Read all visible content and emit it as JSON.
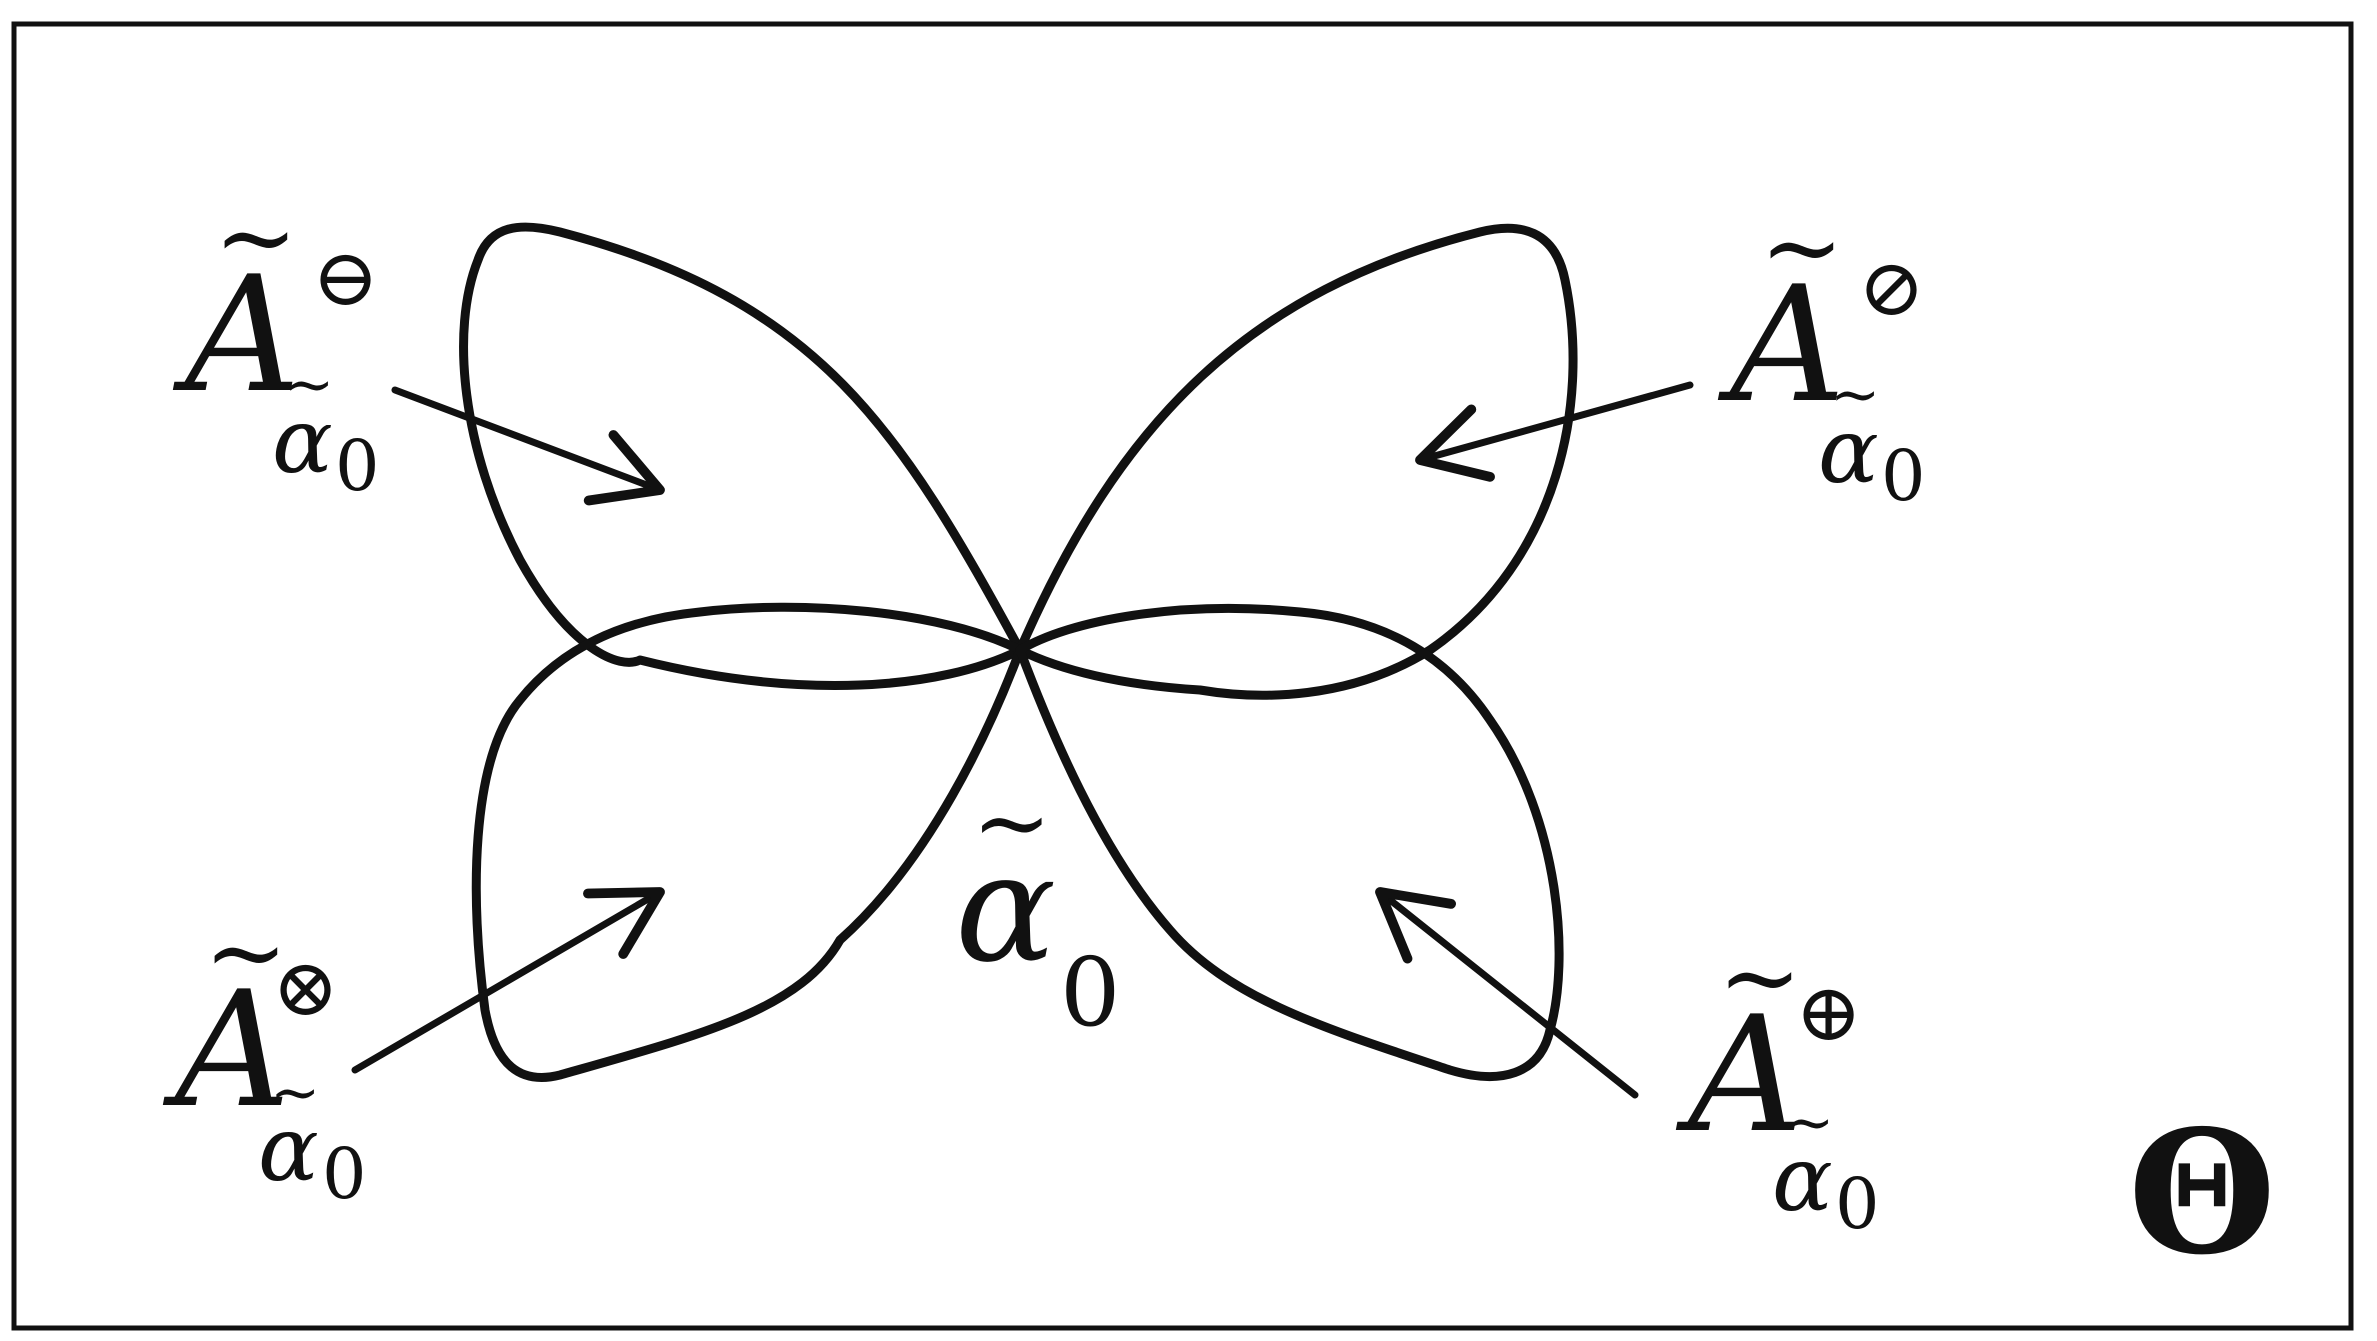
{
  "diagram": {
    "frame_label": "Θ",
    "center_label": {
      "base": "α",
      "tilde": "~",
      "subscript": "0"
    },
    "regions": [
      {
        "id": "top-left",
        "base": "A",
        "tilde": "~",
        "superscript": "⊖",
        "sub_base": "α",
        "sub_tilde": "~",
        "sub_index": "0"
      },
      {
        "id": "top-right",
        "base": "A",
        "tilde": "~",
        "superscript": "⊘",
        "sub_base": "α",
        "sub_tilde": "~",
        "sub_index": "0"
      },
      {
        "id": "bottom-left",
        "base": "A",
        "tilde": "~",
        "superscript": "⊗",
        "sub_base": "α",
        "sub_tilde": "~",
        "sub_index": "0"
      },
      {
        "id": "bottom-right",
        "base": "A",
        "tilde": "~",
        "superscript": "⊕",
        "sub_base": "α",
        "sub_tilde": "~",
        "sub_index": "0"
      }
    ],
    "colors": {
      "stroke": "#111111",
      "background": "#ffffff"
    }
  }
}
